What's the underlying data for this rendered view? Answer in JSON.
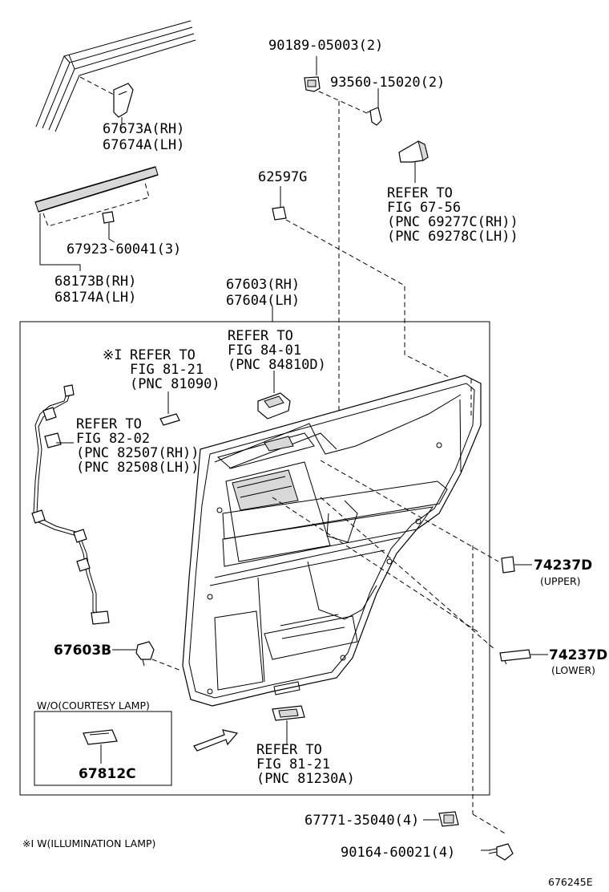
{
  "labels": {
    "p90189": "90189-05003(2)",
    "p93560": "93560-15020(2)",
    "p67673a": "67673A(RH)",
    "p67674a": "67674A(LH)",
    "p62597g": "62597G",
    "ref6756_1": "REFER TO",
    "ref6756_2": "FIG 67-56",
    "ref6756_3": "(PNC 69277C(RH))",
    "ref6756_4": "(PNC 69278C(LH))",
    "p67923": "67923-60041(3)",
    "p68173b": "68173B(RH)",
    "p68174a": "68174A(LH)",
    "p67603": "67603(RH)",
    "p67604": "67604(LH)",
    "ref8401_1": "REFER TO",
    "ref8401_2": "FIG 84-01",
    "ref8401_3": "(PNC 84810D)",
    "ref8121a_mark": "※I",
    "ref8121a_1": "REFER TO",
    "ref8121a_2": "FIG 81-21",
    "ref8121a_3": "(PNC 81090)",
    "ref8202_1": "REFER TO",
    "ref8202_2": "FIG 82-02",
    "ref8202_3": "(PNC 82507(RH))",
    "ref8202_4": "(PNC 82508(LH))",
    "p74237d_upper": "74237D",
    "upper": "(UPPER)",
    "p74237d_lower": "74237D",
    "lower": "(LOWER)",
    "p67603b": "67603B",
    "wo_courtesy": "W/O(COURTESY LAMP)",
    "p67812c": "67812C",
    "ref8121b_1": "REFER TO",
    "ref8121b_2": "FIG 81-21",
    "ref8121b_3": "(PNC 81230A)",
    "p67771": "67771-35040(4)",
    "p90164": "90164-60021(4)",
    "footnote": "※I W(ILLUMINATION LAMP)",
    "drawing_no": "676245E"
  }
}
